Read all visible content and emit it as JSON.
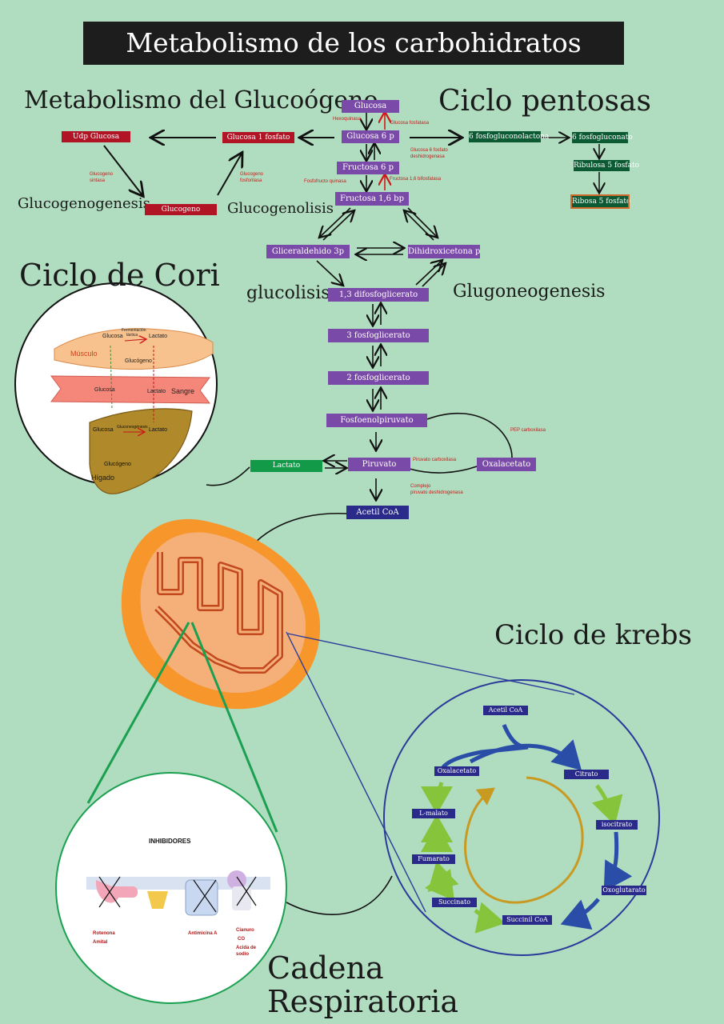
{
  "title": "Metabolismo de los carbohidratos",
  "sections": {
    "glycogen_metabolism": "Metabolismo del Glucoógeno",
    "pentose_cycle": "Ciclo pentosas",
    "glycogenesis": "Glucogenogenesis",
    "glycogenolysis": "Glucogenolisis",
    "cori_cycle": "Ciclo de Cori",
    "glycolysis": "glucolisis",
    "gluconeogenesis": "Glugoneogenesis",
    "krebs_cycle": "Ciclo de krebs",
    "respiratory_chain_1": "Cadena",
    "respiratory_chain_2": "Respiratoria"
  },
  "glycolysis_nodes": {
    "glucosa": "Glucosa",
    "glucosa6p": "Glucosa 6 p",
    "fructosa6p": "Fructosa 6 p",
    "fructosa16bp": "Fructosa 1,6 bp",
    "gliceraldehido": "Gliceraldehido 3p",
    "dihidroxiacetona": "Dihidroxicetona p",
    "difosfoglicerato": "1,3 difosfoglicerato",
    "fosfoglicerato3": "3 fosfoglicerato",
    "fosfoglicerato2": "2 fosfoglicerato",
    "fosfoenolpiruvato": "Fosfoenolpiruvato",
    "piruvato": "Piruvato",
    "oxalacetato": "Oxalacetato",
    "lactato": "Lactato",
    "acetil_coa": "Acetil CoA"
  },
  "glycogen_nodes": {
    "udp_glucosa": "Udp Glucosa",
    "glucosa1fosfato": "Glucosa 1 fosfato",
    "glucogeno": "Glucogeno"
  },
  "pentose_nodes": {
    "fosfogluconolactona": "6 fosfogluconolactona",
    "fosfogluconato": "6 fosfogluconato",
    "ribulosa": "Ribulosa 5 fosfato",
    "ribosa": "Ribosa 5 fosfato"
  },
  "enzymes": {
    "hexoquinasa": "Hexoquinasa",
    "glucosa_fosfatasa": "Glucosa fosfatasa",
    "g6p_deshidrogenasa_1": "Glucosa 6 fosfato",
    "g6p_deshidrogenasa_2": "deshidrogenasa",
    "fosfofructo_quinasa": "Fosfofructo quinasa",
    "fructosa_bifosfatasa": "Fructosa 1,6 bifosfatasa",
    "glucogeno_sintasa_1": "Glucogeno",
    "glucogeno_sintasa_2": "sintasa",
    "glucogeno_fosforilasa_1": "Glucogeno",
    "glucogeno_fosforilasa_2": "fosforilasa",
    "pep_carboxilasa": "PEP carboxilasa",
    "piruvato_carboxilasa": "Piruvato carboxilasa",
    "complejo_1": "Complejo",
    "complejo_2": "piruvato deshidrogenasa"
  },
  "cori_diagram": {
    "musculo": "Músculo",
    "glucosa_m": "Glucosa",
    "fermentacion_1": "Fermentación",
    "fermentacion_2": "láctica",
    "lactato_m": "Lactato",
    "glucogeno_m": "Glucógeno",
    "sangre": "Sangre",
    "glucosa_s": "Glucosa",
    "lactato_s": "Lactato",
    "glucosa_h": "Glucosa",
    "gluconeogenesis_h": "Gluconeogénesis",
    "lactato_h": "Lactato",
    "glucogeno_h": "Glucógeno",
    "higado": "Hígado"
  },
  "krebs_nodes": {
    "acetil_coa": "Acetil CoA",
    "citrato": "Citrato",
    "isocitrato": "isocitrato",
    "oxoglutarato": "Oxoglutarato",
    "succinil_coa": "Succinil CoA",
    "succinato": "Succinato",
    "fumarato": "Fumarato",
    "malato": "L-malato",
    "oxalacetato": "Oxalacetato"
  },
  "inhibitors": {
    "heading": "INHIBIDORES",
    "rotenona": "Rotenona",
    "amital": "Amital",
    "antimicina": "Antimicina A",
    "cianuro": "Cianuro",
    "co": "CO",
    "azida_1": "Acida de",
    "azida_2": "sodio"
  },
  "colors": {
    "background": "#b0dcbf",
    "glycolysis": "#7a4aa8",
    "glycogen": "#b01425",
    "pentose": "#0b5a33",
    "krebs": "#2a2a8a",
    "mitochondria": "#f6962b"
  }
}
